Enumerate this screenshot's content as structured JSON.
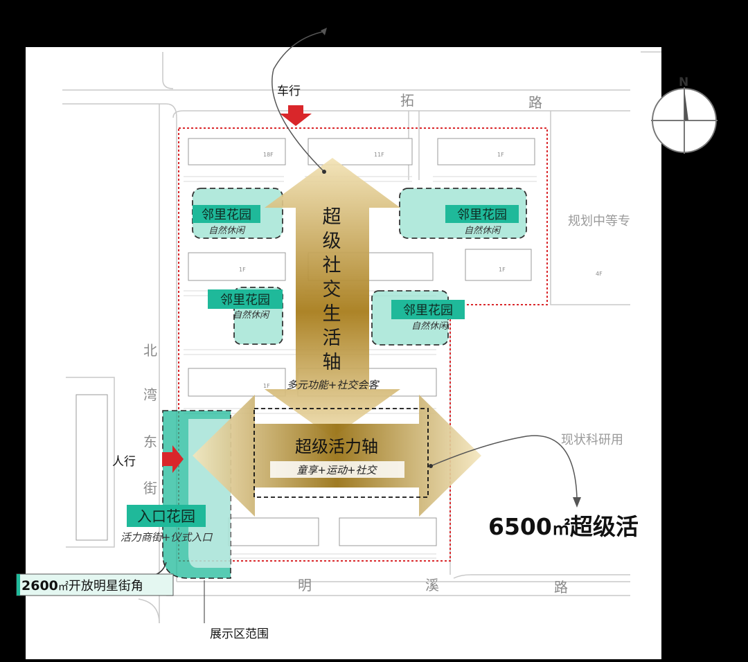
{
  "roads": {
    "top": [
      "拓",
      "路"
    ],
    "bottom": [
      "明",
      "溪",
      "路"
    ],
    "left_vertical": [
      "北",
      "湾",
      "东",
      "街"
    ]
  },
  "labels": {
    "vehicle_entry": "车行",
    "pedestrian_entry": "人行",
    "exhibition": "展示区范围",
    "neighbor_planned": "规划中等专",
    "neighbor_current": "现状科研用",
    "compass_north": "N"
  },
  "axes": {
    "social_axis": [
      "超",
      "级",
      "社",
      "交",
      "生",
      "活",
      "轴"
    ],
    "social_sub": "多元功能+社交会客",
    "vitality_axis": "超级活力轴",
    "vitality_sub": "童享+运动+社交"
  },
  "gardens": [
    {
      "title": "邻里花园",
      "subtitle": "自然休闲"
    },
    {
      "title": "邻里花园",
      "subtitle": "自然休闲"
    },
    {
      "title": "邻里花园",
      "subtitle": "自然休闲"
    },
    {
      "title": "邻里花园",
      "subtitle": "自然休闲"
    }
  ],
  "entrance": {
    "title": "入口花园",
    "subtitle": "活力商街+仪式入口",
    "corner_area": "2600",
    "corner_unit": "㎡",
    "corner_label": "开放明星街角"
  },
  "callout": {
    "area": "6500",
    "unit": "㎡",
    "text": "超级活"
  },
  "building_tags": [
    "18F",
    "11F",
    "1F",
    "1F",
    "4F",
    "1F",
    "1F"
  ],
  "colors": {
    "teal": "#1fb99a",
    "teal_light": "#9fe3d3",
    "gold_dark": "#9a7418",
    "gold_light": "#f0dfb0",
    "red_entry": "#d9262a",
    "red_boundary": "#d9262a"
  }
}
